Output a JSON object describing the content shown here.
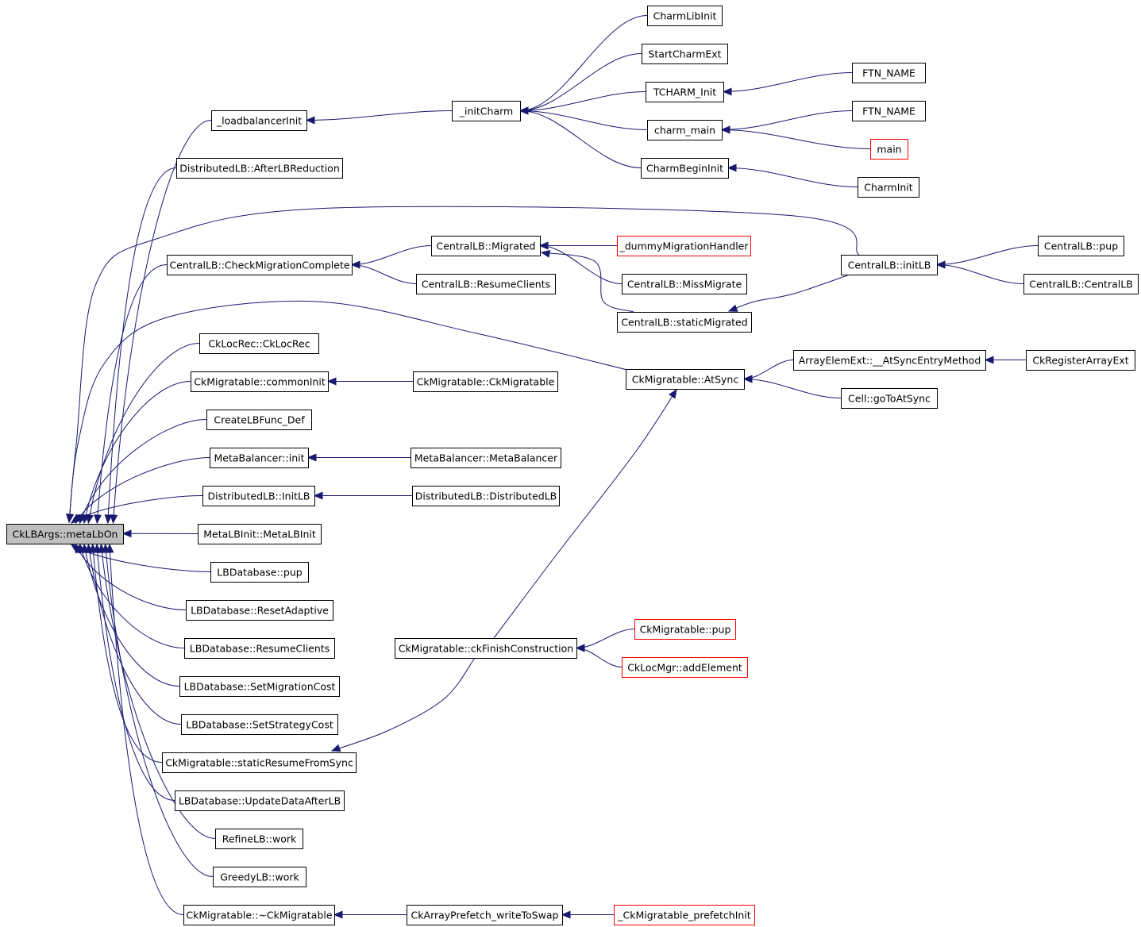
{
  "diagram": {
    "root": "CkLBArgs::metaLbOn",
    "nodes": [
      {
        "id": "root",
        "label": "CkLBArgs::metaLbOn",
        "root": true
      },
      {
        "id": "loadbalancerInit",
        "label": "_loadbalancerInit"
      },
      {
        "id": "dlbAfter",
        "label": "DistributedLB::AfterLBReduction"
      },
      {
        "id": "clbCheck",
        "label": "CentralLB::CheckMigrationComplete"
      },
      {
        "id": "ckLocRec",
        "label": "CkLocRec::CkLocRec"
      },
      {
        "id": "ckMigCommon",
        "label": "CkMigratable::commonInit"
      },
      {
        "id": "createLB",
        "label": "CreateLBFunc_Def"
      },
      {
        "id": "metaInit",
        "label": "MetaBalancer::init"
      },
      {
        "id": "dlbInit",
        "label": "DistributedLB::InitLB"
      },
      {
        "id": "metaLBInit",
        "label": "MetaLBInit::MetaLBInit"
      },
      {
        "id": "lbdbPup",
        "label": "LBDatabase::pup"
      },
      {
        "id": "lbdbReset",
        "label": "LBDatabase::ResetAdaptive"
      },
      {
        "id": "lbdbResume",
        "label": "LBDatabase::ResumeClients"
      },
      {
        "id": "lbdbSetMig",
        "label": "LBDatabase::SetMigrationCost"
      },
      {
        "id": "lbdbSetStrat",
        "label": "LBDatabase::SetStrategyCost"
      },
      {
        "id": "ckMigStatic",
        "label": "CkMigratable::staticResumeFromSync"
      },
      {
        "id": "lbdbUpdate",
        "label": "LBDatabase::UpdateDataAfterLB"
      },
      {
        "id": "refine",
        "label": "RefineLB::work"
      },
      {
        "id": "greedy",
        "label": "GreedyLB::work"
      },
      {
        "id": "ckMigDtor",
        "label": "CkMigratable::~CkMigratable"
      },
      {
        "id": "initCharm",
        "label": "_initCharm"
      },
      {
        "id": "clbMigrated",
        "label": "CentralLB::Migrated"
      },
      {
        "id": "clbResume",
        "label": "CentralLB::ResumeClients"
      },
      {
        "id": "ckMigCtor",
        "label": "CkMigratable::CkMigratable"
      },
      {
        "id": "metaCtor",
        "label": "MetaBalancer::MetaBalancer"
      },
      {
        "id": "dlbCtor",
        "label": "DistributedLB::DistributedLB"
      },
      {
        "id": "ckMigFinish",
        "label": "CkMigratable::ckFinishConstruction"
      },
      {
        "id": "prefetchSwap",
        "label": "CkArrayPrefetch_writeToSwap"
      },
      {
        "id": "charmLibInit",
        "label": "CharmLibInit"
      },
      {
        "id": "startCharmExt",
        "label": "StartCharmExt"
      },
      {
        "id": "tcharmInit",
        "label": "TCHARM_Init"
      },
      {
        "id": "charmMain",
        "label": "charm_main"
      },
      {
        "id": "charmBeginInit",
        "label": "CharmBeginInit"
      },
      {
        "id": "dummyMig",
        "label": "_dummyMigrationHandler",
        "truncated": true
      },
      {
        "id": "clbMiss",
        "label": "CentralLB::MissMigrate"
      },
      {
        "id": "clbStaticMig",
        "label": "CentralLB::staticMigrated"
      },
      {
        "id": "ckMigAtSync",
        "label": "CkMigratable::AtSync"
      },
      {
        "id": "ckMigPup",
        "label": "CkMigratable::pup",
        "truncated": true
      },
      {
        "id": "ckLocMgrAdd",
        "label": "CkLocMgr::addElement",
        "truncated": true
      },
      {
        "id": "prefetchInit",
        "label": "_CkMigratable_prefetchInit",
        "truncated": true
      },
      {
        "id": "ftn1",
        "label": "FTN_NAME"
      },
      {
        "id": "ftn2",
        "label": "FTN_NAME"
      },
      {
        "id": "main",
        "label": "main",
        "truncated": true
      },
      {
        "id": "charmInit",
        "label": "CharmInit"
      },
      {
        "id": "clbInitLB",
        "label": "CentralLB::initLB"
      },
      {
        "id": "arrayElemExt",
        "label": "ArrayElemExt::__AtSyncEntryMethod"
      },
      {
        "id": "cellGoTo",
        "label": "Cell::goToAtSync"
      },
      {
        "id": "clbPup",
        "label": "CentralLB::pup"
      },
      {
        "id": "clbCtor",
        "label": "CentralLB::CentralLB"
      },
      {
        "id": "ckRegArrayExt",
        "label": "CkRegisterArrayExt"
      }
    ],
    "edges": [
      [
        "loadbalancerInit",
        "root"
      ],
      [
        "dlbAfter",
        "root"
      ],
      [
        "clbCheck",
        "root"
      ],
      [
        "ckLocRec",
        "root"
      ],
      [
        "ckMigCommon",
        "root"
      ],
      [
        "createLB",
        "root"
      ],
      [
        "metaInit",
        "root"
      ],
      [
        "dlbInit",
        "root"
      ],
      [
        "metaLBInit",
        "root"
      ],
      [
        "lbdbPup",
        "root"
      ],
      [
        "lbdbReset",
        "root"
      ],
      [
        "lbdbResume",
        "root"
      ],
      [
        "lbdbSetMig",
        "root"
      ],
      [
        "lbdbSetStrat",
        "root"
      ],
      [
        "ckMigStatic",
        "root"
      ],
      [
        "lbdbUpdate",
        "root"
      ],
      [
        "refine",
        "root"
      ],
      [
        "greedy",
        "root"
      ],
      [
        "ckMigDtor",
        "root"
      ],
      [
        "clbInitLB",
        "root"
      ],
      [
        "ckMigAtSync",
        "root"
      ],
      [
        "initCharm",
        "loadbalancerInit"
      ],
      [
        "charmLibInit",
        "initCharm"
      ],
      [
        "startCharmExt",
        "initCharm"
      ],
      [
        "tcharmInit",
        "initCharm"
      ],
      [
        "charmMain",
        "initCharm"
      ],
      [
        "charmBeginInit",
        "initCharm"
      ],
      [
        "ftn1",
        "tcharmInit"
      ],
      [
        "ftn2",
        "charmMain"
      ],
      [
        "main",
        "charmMain"
      ],
      [
        "charmInit",
        "charmBeginInit"
      ],
      [
        "clbMigrated",
        "clbCheck"
      ],
      [
        "clbResume",
        "clbCheck"
      ],
      [
        "dummyMig",
        "clbMigrated"
      ],
      [
        "clbMiss",
        "clbMigrated"
      ],
      [
        "clbStaticMig",
        "clbMigrated"
      ],
      [
        "clbInitLB",
        "clbStaticMig"
      ],
      [
        "clbPup",
        "clbInitLB"
      ],
      [
        "clbCtor",
        "clbInitLB"
      ],
      [
        "ckMigCtor",
        "ckMigCommon"
      ],
      [
        "metaCtor",
        "metaInit"
      ],
      [
        "dlbCtor",
        "dlbInit"
      ],
      [
        "ckMigFinish",
        "ckMigStatic"
      ],
      [
        "ckMigFinish",
        "ckMigAtSync"
      ],
      [
        "arrayElemExt",
        "ckMigAtSync"
      ],
      [
        "cellGoTo",
        "ckMigAtSync"
      ],
      [
        "ckRegArrayExt",
        "arrayElemExt"
      ],
      [
        "ckMigPup",
        "ckMigFinish"
      ],
      [
        "ckLocMgrAdd",
        "ckMigFinish"
      ],
      [
        "prefetchSwap",
        "ckMigDtor"
      ],
      [
        "prefetchInit",
        "prefetchSwap"
      ]
    ]
  }
}
